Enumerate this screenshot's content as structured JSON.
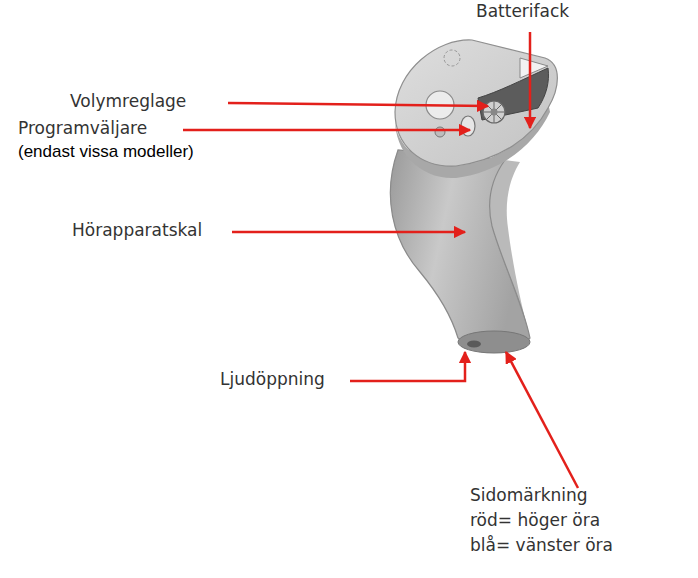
{
  "diagram": {
    "labels": [
      "Batterifack",
      "Volymreglage",
      "Programväljare",
      "(endast vissa modeller)",
      "Hörapparatskal",
      "Ljudöppning",
      "Sidomärkning",
      "röd= höger öra",
      "blå= vänster öra"
    ]
  }
}
